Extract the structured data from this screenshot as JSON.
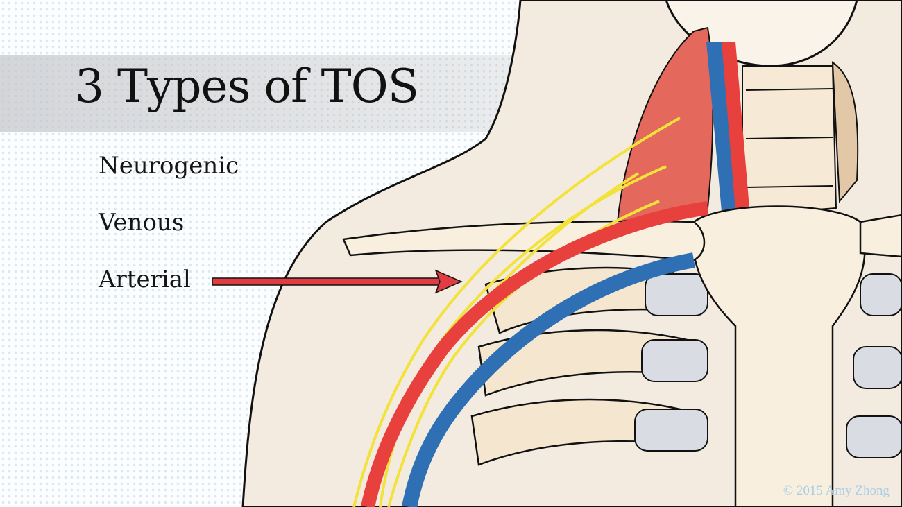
{
  "slide": {
    "title": "3 Types of TOS",
    "types": [
      {
        "label": "Neurogenic"
      },
      {
        "label": "Venous"
      },
      {
        "label": "Arterial",
        "highlighted": true
      }
    ],
    "pointer": {
      "target": "Arterial",
      "color": "#e23c43"
    },
    "illustration": {
      "subject": "thoracic outlet anatomy (neck, clavicle, ribs, scalene muscle)",
      "colors": {
        "artery": "#e8403c",
        "vein": "#2f6fb3",
        "nerve": "#f3e23a",
        "muscle": "#e4685c",
        "bone": "#f7ead3",
        "cartilage": "#d9dde3",
        "skin": "#f4ece1"
      }
    },
    "credit": "© 2015 Amy Zhong"
  }
}
